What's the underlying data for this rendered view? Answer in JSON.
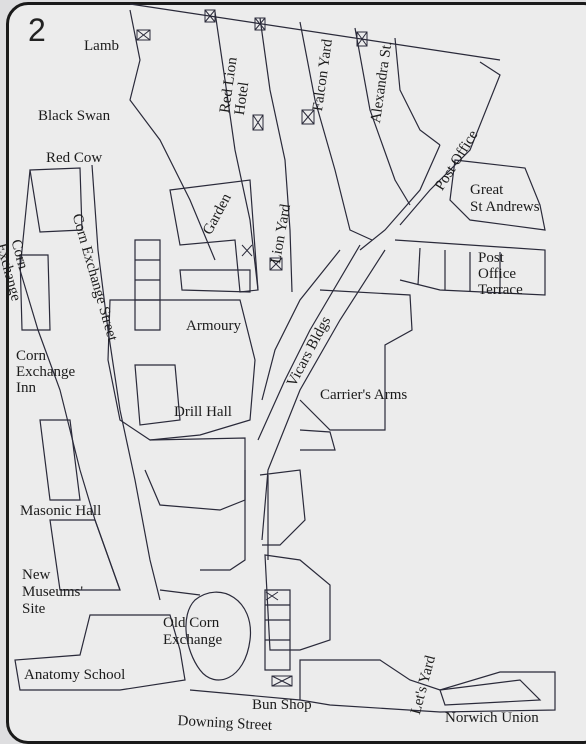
{
  "map_number": "2",
  "labels": {
    "lamb": "Lamb",
    "red_lion_hotel": "Red Lion\nHotel",
    "falcon_yard": "Falcon Yard",
    "alexandra_st": "Alexandra St.",
    "black_swan": "Black Swan",
    "red_cow": "Red Cow",
    "post_office": "Post Office",
    "great_st_andrews": "Great\nSt Andrews",
    "garden": "Garden",
    "lion_yard": "Lion Yard",
    "corn_exchange": "Corn\nExchange",
    "corn_exchange_street": "Corn Exchange Street",
    "post_office_terrace": "Post\nOffice\nTerrace",
    "armoury": "Armoury",
    "vicars_bldgs": "Vicars Bldgs",
    "corn_exchange_inn": "Corn\nExchange\nInn",
    "carriers_arms": "Carrier's Arms",
    "drill_hall": "Drill Hall",
    "masonic_hall": "Masonic Hall",
    "new_museums_site": "New\nMuseums'\nSite",
    "old_corn_exchange": "Old Corn\nExchange",
    "anatomy_school": "Anatomy School",
    "lets_yard": "Let's Yard",
    "bun_shop": "Bun Shop",
    "downing_street": "Downing Street",
    "norwich_union": "Norwich Union"
  }
}
